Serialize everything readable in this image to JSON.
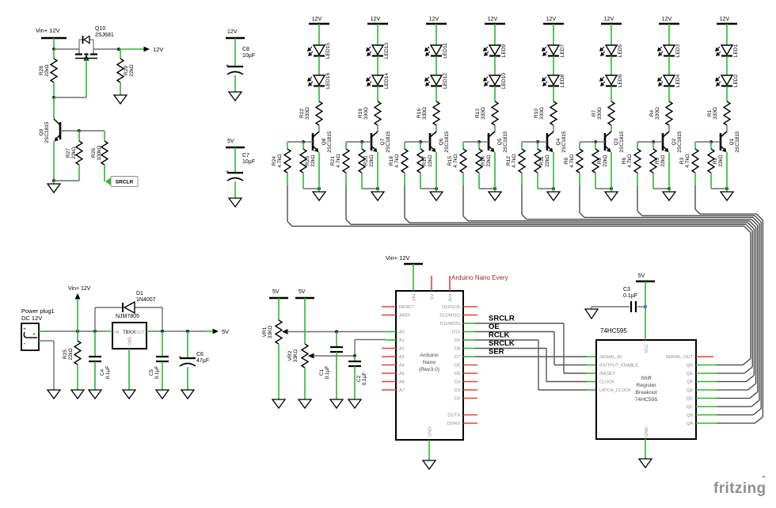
{
  "colors": {
    "wire_green": "#2eb82e",
    "wire_gray": "#6e6e6e",
    "wire_dark": "#3f3f3f",
    "pin_red": "#e04338",
    "pin_text": "#8c8c8c",
    "title_red": "#a02820",
    "junction_blue": "#4a6cd4",
    "black": "#000000",
    "logo_gray": "#8f8f8f"
  },
  "top_left": {
    "rail_label": "Vin+ 12V",
    "out_label": "12V",
    "q10_ref": "Q10",
    "q10_part": "2SJ681",
    "r28_ref": "R28",
    "r28_val": "22kΩ",
    "r29_ref": "R29",
    "r29_val": "22kΩ",
    "q9_ref": "Q9",
    "q9_part": "2SC1815",
    "r27_ref": "R27",
    "r27_val": "22kΩ",
    "r26_ref": "R26",
    "r26_val": "100kΩ",
    "net_label": "SRCLR"
  },
  "caps_top": [
    {
      "ref": "C8",
      "val": "10µF",
      "rail": "12V",
      "plus": "+"
    },
    {
      "ref": "C7",
      "val": "10µF",
      "rail": "5V",
      "plus": "+"
    }
  ],
  "led_columns": [
    {
      "rail": "12V",
      "led_top": "LED15",
      "led_bot": "LED16",
      "rs_ref": "R22",
      "rs_val": "330Ω",
      "q_ref": "Q8",
      "q_part": "2SC1815",
      "rb_ref": "R24",
      "rb_val": "4.7kΩ",
      "rp_ref": "R23",
      "rp_val": "22kΩ"
    },
    {
      "rail": "12V",
      "led_top": "LED13",
      "led_bot": "LED14",
      "rs_ref": "R19",
      "rs_val": "330Ω",
      "q_ref": "Q7",
      "q_part": "2SC1815",
      "rb_ref": "R21",
      "rb_val": "4.7kΩ",
      "rp_ref": "R20",
      "rp_val": "22kΩ"
    },
    {
      "rail": "12V",
      "led_top": "LED11",
      "led_bot": "LED12",
      "rs_ref": "R16",
      "rs_val": "330Ω",
      "q_ref": "Q6",
      "q_part": "2SC1815",
      "rb_ref": "R18",
      "rb_val": "4.7kΩ",
      "rp_ref": "R17",
      "rp_val": "22kΩ"
    },
    {
      "rail": "12V",
      "led_top": "LED9",
      "led_bot": "LED10",
      "rs_ref": "R13",
      "rs_val": "330Ω",
      "q_ref": "Q5",
      "q_part": "2SC1815",
      "rb_ref": "R15",
      "rb_val": "4.7kΩ",
      "rp_ref": "R14",
      "rp_val": "22kΩ"
    },
    {
      "rail": "12V",
      "led_top": "LED7",
      "led_bot": "LED8",
      "rs_ref": "R10",
      "rs_val": "330Ω",
      "q_ref": "Q4",
      "q_part": "2SC1815",
      "rb_ref": "R12",
      "rb_val": "4.7kΩ",
      "rp_ref": "R11",
      "rp_val": "22kΩ"
    },
    {
      "rail": "12V",
      "led_top": "LED5",
      "led_bot": "LED6",
      "rs_ref": "R7",
      "rs_val": "330Ω",
      "q_ref": "Q3",
      "q_part": "2SC1815",
      "rb_ref": "R9",
      "rb_val": "4.7kΩ",
      "rp_ref": "R8",
      "rp_val": "22kΩ"
    },
    {
      "rail": "12V",
      "led_top": "LED3",
      "led_bot": "LED4",
      "rs_ref": "R4",
      "rs_val": "330Ω",
      "q_ref": "Q2",
      "q_part": "2SC1815",
      "rb_ref": "R6",
      "rb_val": "4.7kΩ",
      "rp_ref": "R5",
      "rp_val": "22kΩ"
    },
    {
      "rail": "12V",
      "led_top": "LED1",
      "led_bot": "LED2",
      "rs_ref": "R1",
      "rs_val": "330Ω",
      "q_ref": "Q1",
      "q_part": "2SC1815",
      "rb_ref": "R3",
      "rb_val": "4.7kΩ",
      "rp_ref": "R2",
      "rp_val": "22kΩ"
    }
  ],
  "power": {
    "plug_ref": "Power plug1",
    "plug_val": "DC 12V",
    "plus": "+",
    "minus": "-",
    "vin_label": "Vin+ 12V",
    "out_label": "5V",
    "r25_ref": "R25",
    "r25_val": "22kΩ",
    "c4_ref": "C4",
    "c4_val": "0.1µF",
    "c5_ref": "C5",
    "c5_val": "0.1µF",
    "c6_ref": "C6",
    "c6_val": "47µF",
    "d1_ref": "D1",
    "d1_val": "1N4007",
    "reg_label": "NJM7805",
    "reg_in": "IN",
    "reg_chip": "78XX",
    "reg_out": "OUT",
    "reg_gnd": "GND"
  },
  "arduino": {
    "title": "Arduino Nano Every",
    "vin_rail": "Vin+ 12V",
    "body": [
      "Arduino",
      "Nano",
      "(Rev3.0)"
    ],
    "top_pins": [
      "VIN",
      "5V",
      "3V3"
    ],
    "left_pins": [
      "RESET",
      "AREF",
      "A0",
      "A1",
      "A2",
      "A3",
      "A4",
      "A5",
      "A6",
      "A7"
    ],
    "right_pins": [
      "D13/SCK",
      "D12/MISO",
      "D11/MOSI",
      "D10",
      "D9",
      "D8",
      "D7",
      "D6",
      "D5",
      "D4",
      "D3",
      "D2",
      "D1/TX",
      "D0/RX"
    ],
    "gnd_pin": "GND",
    "vr1_ref": "VR1",
    "vr1_val": "33KΩ",
    "vr1_rail": "5V",
    "vr2_ref": "VR2",
    "vr2_val": "33KΩ",
    "vr2_rail": "5V",
    "c1_ref": "C1",
    "c1_val": "0.1µF",
    "c2_ref": "C2",
    "c2_val": "0.1µF",
    "nets": [
      "SRCLR",
      "OE",
      "RCLK",
      "SRCLK",
      "SER"
    ]
  },
  "shift_register": {
    "label": "74HC595",
    "rail": "5V",
    "c3_ref": "C3",
    "c3_val": "0.1µF",
    "body": [
      "Shift",
      "Register",
      "Breakout",
      "74HC595"
    ],
    "left_pins": [
      "SERIAL_IN",
      "/OUTPUT_ENABLE",
      "/RESET",
      "CLOCK",
      "LATCH_CLOCK"
    ],
    "right_pins": [
      "SERIAL_OUT",
      "QH",
      "QG",
      "QF",
      "QE",
      "QD",
      "QC",
      "QB",
      "QA"
    ],
    "vcc": "VCC",
    "gnd": "GND"
  },
  "watermark": "fritzing"
}
